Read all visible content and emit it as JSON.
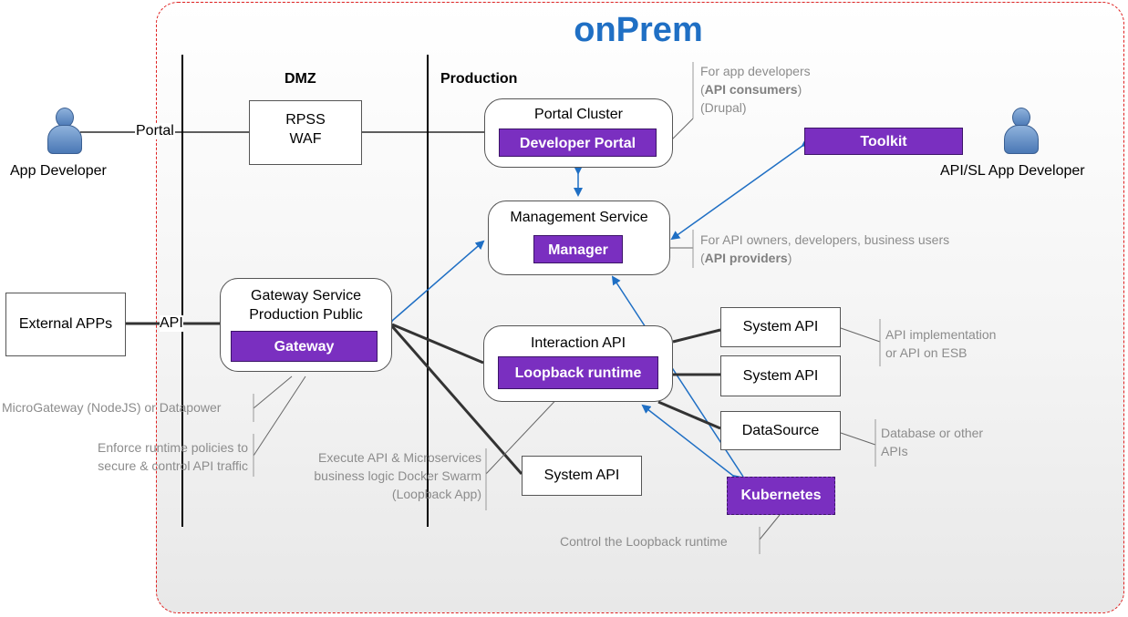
{
  "title": "onPrem",
  "zones": {
    "dmz": "DMZ",
    "production": "Production"
  },
  "actors": {
    "app_developer": "App Developer",
    "api_developer": "API/SL App Developer",
    "external_apps": "External APPs"
  },
  "connector_labels": {
    "portal": "Portal",
    "api": "API"
  },
  "rpss": {
    "line1": "RPSS",
    "line2": "WAF"
  },
  "portal_cluster": {
    "title": "Portal Cluster",
    "component": "Developer Portal"
  },
  "management_service": {
    "title": "Management Service",
    "component": "Manager"
  },
  "gateway_service": {
    "title_line1": "Gateway Service",
    "title_line2": "Production Public",
    "component": "Gateway"
  },
  "interaction_api": {
    "title": "Interaction API",
    "component": "Loopback runtime"
  },
  "toolkit": "Toolkit",
  "kubernetes": "Kubernetes",
  "system_api_1": "System API",
  "system_api_2": "System API",
  "system_api_3": "System API",
  "datasource": "DataSource",
  "notes": {
    "portal_line1": "For app developers",
    "portal_line2_bold": "API consumers",
    "portal_line3": "(Drupal)",
    "manager_line1": "For API owners, developers, business users",
    "manager_line2_bold": "API providers",
    "sysapi_line1": "API implementation",
    "sysapi_line2": "or API on ESB",
    "datasource_line1": "Database or other",
    "datasource_line2": "APIs",
    "gateway_impl": "MicroGateway (NodeJS) or Datapower",
    "gateway_policy_line1": "Enforce runtime policies to",
    "gateway_policy_line2": "secure &  control API traffic",
    "loopback_line1": "Execute API &  Microservices",
    "loopback_line2": "business logic Docker Swarm",
    "loopback_line3": "(Loopback App)",
    "kubernetes": "Control the Loopback runtime"
  },
  "colors": {
    "frame": "#e02020",
    "title": "#1f6fc4",
    "component": "#7a2fc0",
    "arrow": "#1f6fc4",
    "note": "#8c8c8c"
  }
}
